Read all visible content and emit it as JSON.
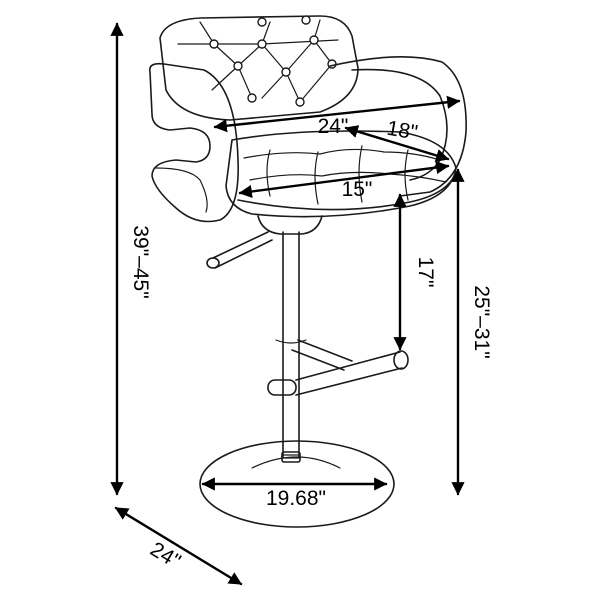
{
  "dimensions": {
    "total_height": "39\"–45\"",
    "arm_width": "24\"",
    "seat_depth": "18\"",
    "seat_width": "15\"",
    "back_height": "17\"",
    "seat_height": "25\"–31\"",
    "base_diameter": "19.68\"",
    "base_width": "24\""
  },
  "colors": {
    "line": "#1a1a1a",
    "dimension": "#000000",
    "background": "#ffffff"
  },
  "icons": {
    "arrowhead": "filled-triangle-arrowhead"
  }
}
